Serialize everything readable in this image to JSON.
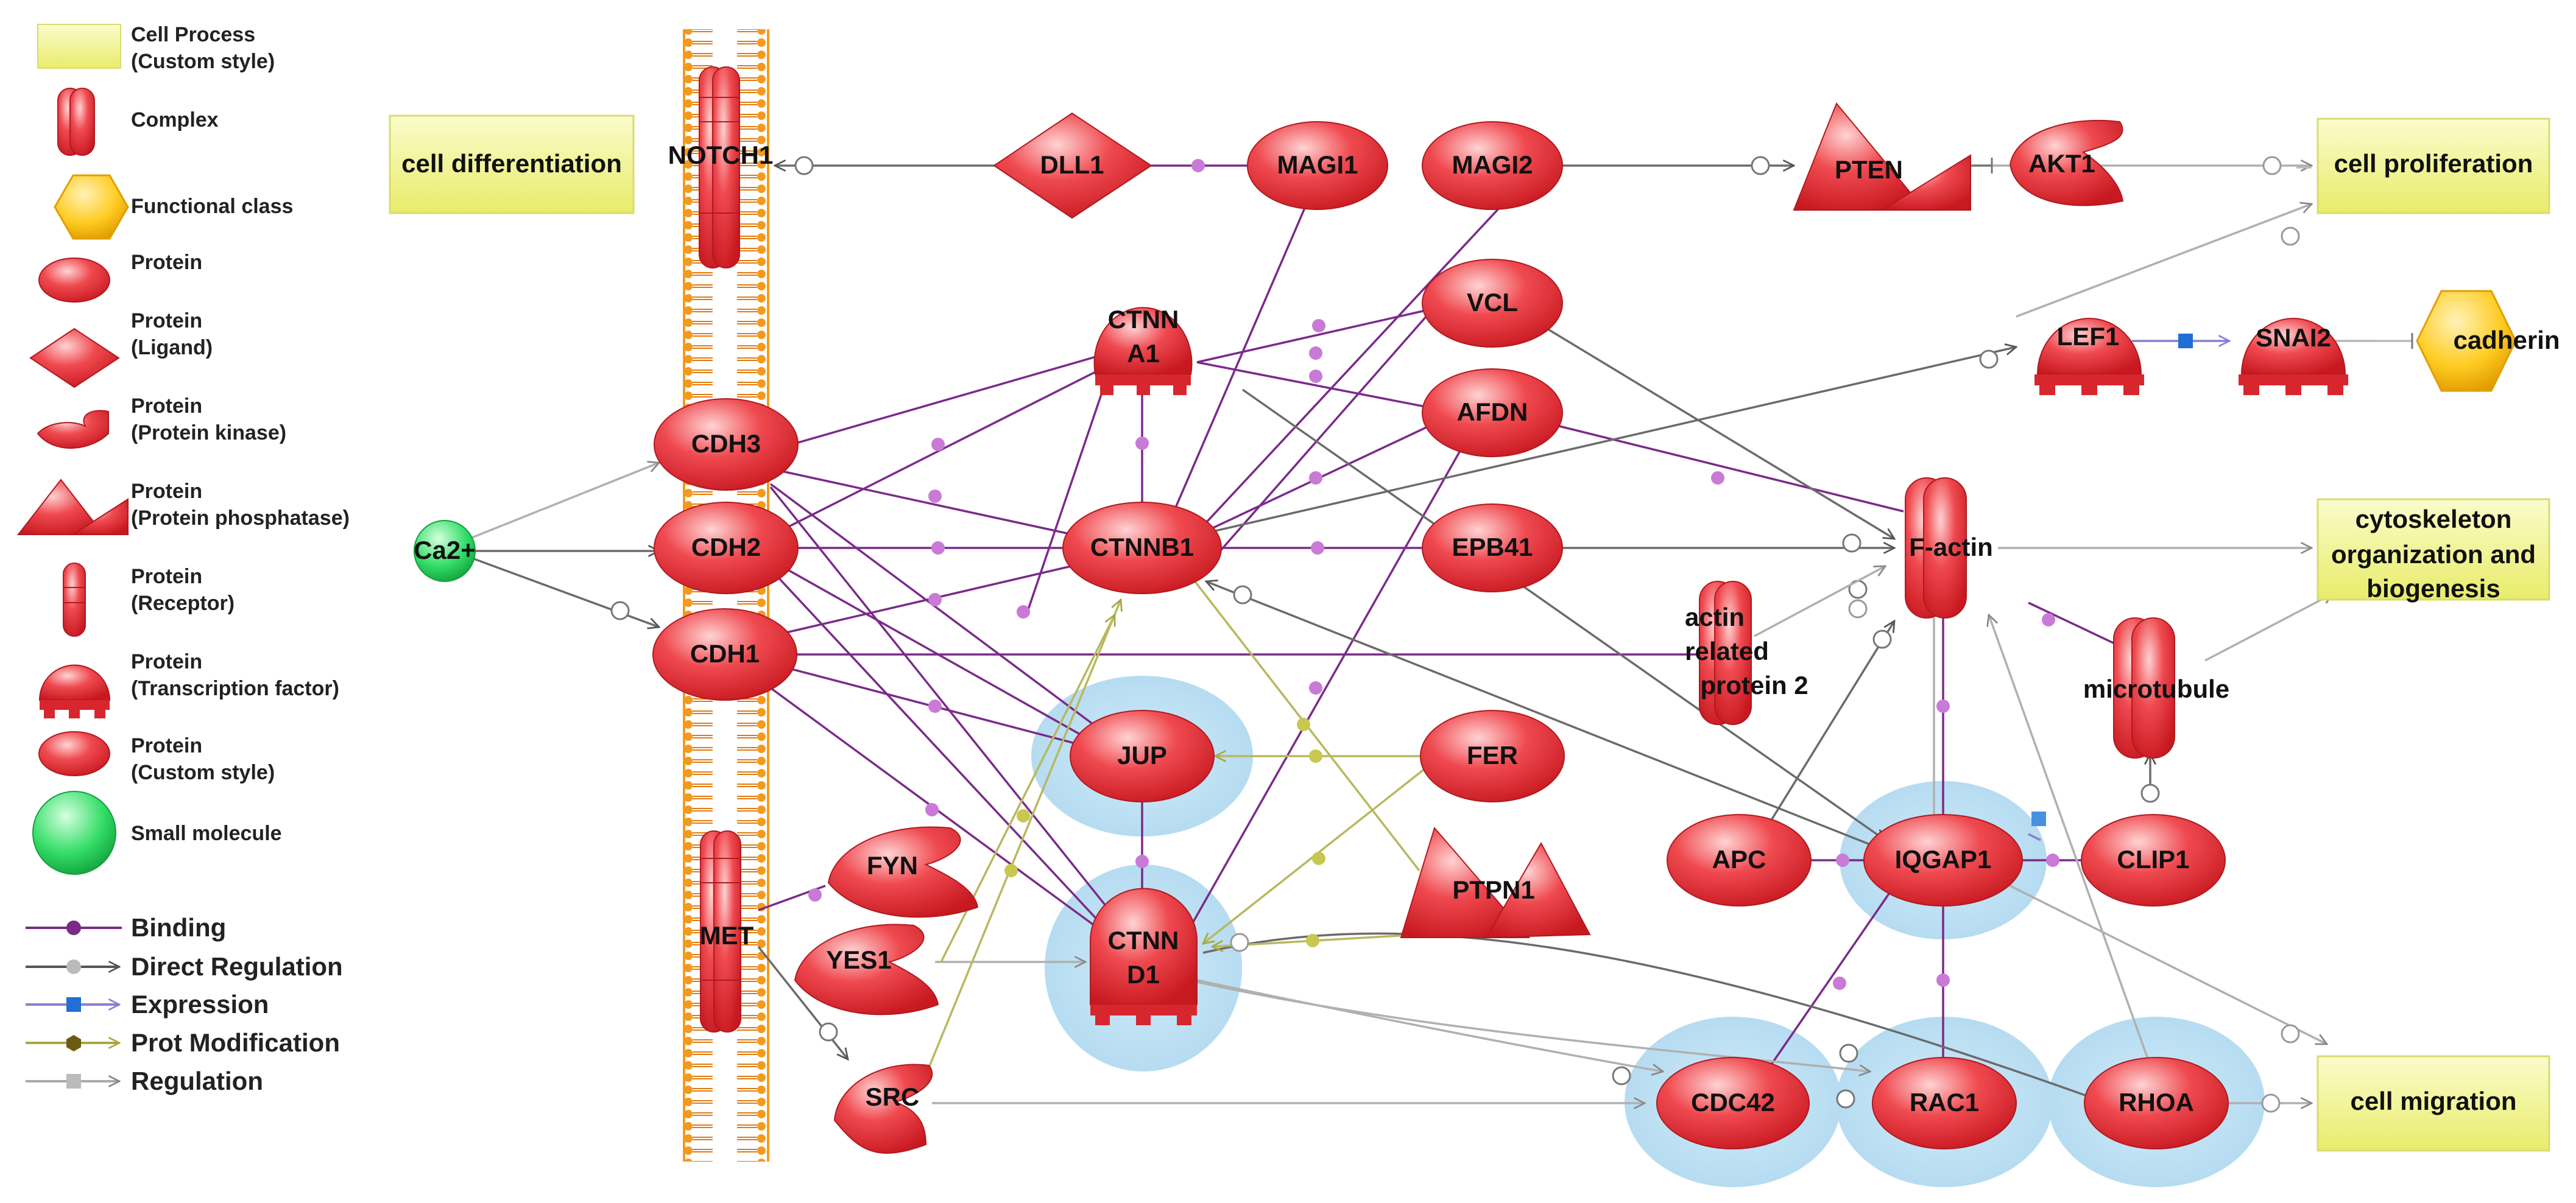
{
  "legend": {
    "node_types": [
      {
        "icon": "cell-process-icon",
        "lines": [
          "Cell Process",
          "(Custom style)"
        ]
      },
      {
        "icon": "complex-icon",
        "lines": [
          "Complex"
        ]
      },
      {
        "icon": "functional-class-icon",
        "lines": [
          "Functional class"
        ]
      },
      {
        "icon": "protein-icon",
        "lines": [
          "Protein"
        ]
      },
      {
        "icon": "ligand-icon",
        "lines": [
          "Protein",
          "(Ligand)"
        ]
      },
      {
        "icon": "protein-kinase-icon",
        "lines": [
          "Protein",
          "(Protein kinase)"
        ]
      },
      {
        "icon": "protein-phosphatase-icon",
        "lines": [
          "Protein",
          "(Protein phosphatase)"
        ]
      },
      {
        "icon": "receptor-icon",
        "lines": [
          "Protein",
          "(Receptor)"
        ]
      },
      {
        "icon": "transcription-factor-icon",
        "lines": [
          "Protein",
          "(Transcription factor)"
        ]
      },
      {
        "icon": "protein-custom-icon",
        "lines": [
          "Protein",
          "(Custom style)"
        ]
      },
      {
        "icon": "small-molecule-icon",
        "lines": [
          "Small molecule"
        ]
      }
    ],
    "edge_types": [
      {
        "label": "Binding",
        "color": "#7b2a8a"
      },
      {
        "label": "Direct Regulation",
        "color": "#555555"
      },
      {
        "label": "Expression",
        "color": "#1f6fd6"
      },
      {
        "label": "Prot Modification",
        "color": "#8a8a1a"
      },
      {
        "label": "Regulation",
        "color": "#9a9a9a"
      }
    ]
  },
  "cell_processes": {
    "cell_differentiation": "cell differentiation",
    "cell_proliferation": "cell proliferation",
    "cytoskeleton_line1": "cytoskeleton",
    "cytoskeleton_line2": "organization and",
    "cytoskeleton_line3": "biogenesis",
    "cell_migration": "cell migration"
  },
  "nodes": {
    "notch1": "NOTCH1",
    "dll1": "DLL1",
    "magi1": "MAGI1",
    "magi2": "MAGI2",
    "pten": "PTEN",
    "akt1": "AKT1",
    "ctnna1_line1": "CTNN",
    "ctnna1_line2": "A1",
    "vcl": "VCL",
    "lef1": "LEF1",
    "snai2": "SNAI2",
    "cadherin": "cadherin",
    "cdh3": "CDH3",
    "afdn": "AFDN",
    "ca": "Ca2+",
    "cdh2": "CDH2",
    "ctnnb1": "CTNNB1",
    "epb41": "EPB41",
    "factin": "F-actin",
    "cdh1": "CDH1",
    "arp_line1": "actin",
    "arp_line2": "related",
    "arp_line3": "protein 2",
    "microtubule": "microtubule",
    "jup": "JUP",
    "fer": "FER",
    "fyn": "FYN",
    "met": "MET",
    "ptpn1": "PTPN1",
    "apc": "APC",
    "iqgap1": "IQGAP1",
    "clip1": "CLIP1",
    "yes1": "YES1",
    "ctnnd1_line1": "CTNN",
    "ctnnd1_line2": "D1",
    "src": "SRC",
    "cdc42": "CDC42",
    "rac1": "RAC1",
    "rhoa": "RHOA"
  },
  "colors": {
    "protein_fill": "#e8323a",
    "cell_process_fill": "#f2f59a",
    "membrane": "#f5a623",
    "small_molecule": "#22cc55",
    "functional_class": "#ffcc22",
    "highlight": "#bfe3f5",
    "binding": "#7b2a8a",
    "direct": "#555555",
    "expression": "#1f6fd6",
    "prot_mod": "#a8a840",
    "regulation": "#a8a8a8"
  }
}
